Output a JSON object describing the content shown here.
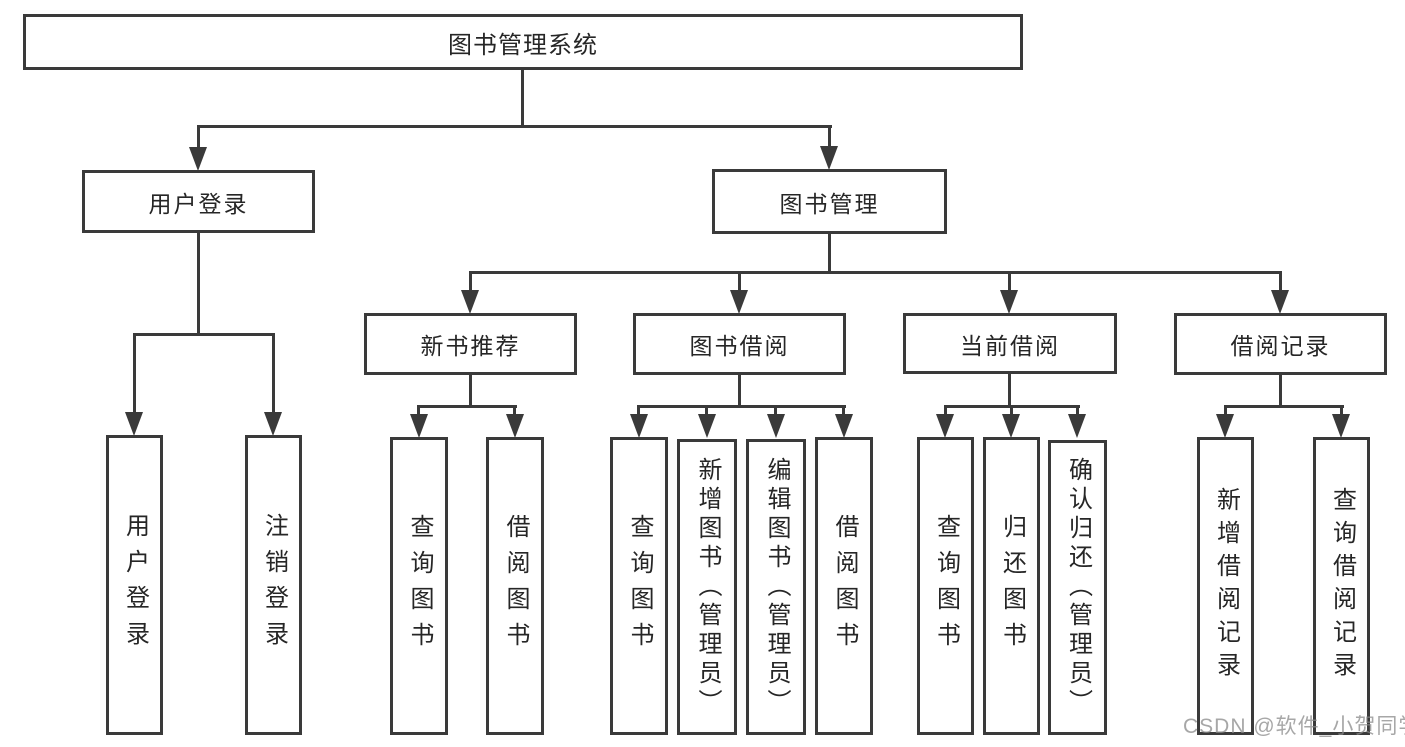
{
  "watermark": {
    "text": "CSDN @软件_小贺同学",
    "color": "#8a8a8a"
  },
  "colors": {
    "line": "#3a3a3a",
    "text": "#262626",
    "background": "#ffffff"
  },
  "tree": {
    "root": {
      "label": "图书管理系统"
    },
    "branches": [
      {
        "label": "用户登录",
        "leaves": [
          {
            "label": "用户登录"
          },
          {
            "label": "注销登录"
          }
        ]
      },
      {
        "label": "图书管理",
        "groups": [
          {
            "label": "新书推荐",
            "leaves": [
              {
                "label": "查询图书"
              },
              {
                "label": "借阅图书"
              }
            ]
          },
          {
            "label": "图书借阅",
            "leaves": [
              {
                "label": "查询图书"
              },
              {
                "label": "新增图书（管理员）"
              },
              {
                "label": "编辑图书（管理员）"
              },
              {
                "label": "借阅图书"
              }
            ]
          },
          {
            "label": "当前借阅",
            "leaves": [
              {
                "label": "查询图书"
              },
              {
                "label": "归还图书"
              },
              {
                "label": "确认归还（管理员）"
              }
            ]
          },
          {
            "label": "借阅记录",
            "leaves": [
              {
                "label": "新增借阅记录"
              },
              {
                "label": "查询借阅记录"
              }
            ]
          }
        ]
      }
    ]
  }
}
